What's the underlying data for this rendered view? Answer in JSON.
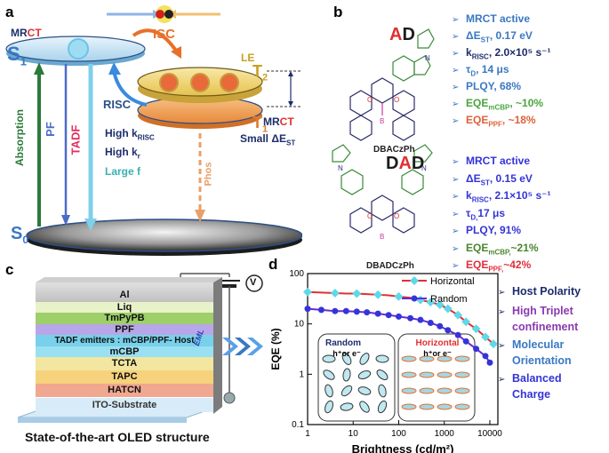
{
  "panels": {
    "a": "a",
    "b": "b",
    "c": "c",
    "d": "d"
  },
  "panel_a": {
    "s1": "S",
    "s1_sub": "1",
    "mr": "MR",
    "ct": "CT",
    "isc": "ISC",
    "le": "LE",
    "t2": "T",
    "t2_sub": "2",
    "t1": "T",
    "t1_sub": "1",
    "mrct_mr": "MR",
    "mrct_ct": "CT",
    "small_dest": "Small ΔE",
    "small_dest_sub": "ST",
    "risc": "RISC",
    "high_krisc": "High k",
    "high_krisc_sub": "RISC",
    "high_kr": "High k",
    "high_kr_sub": "r",
    "large_f": "Large f",
    "absorption": "Absorption",
    "pf": "PF",
    "tadf": "TADF",
    "phos": "Phos",
    "s0": "S",
    "s0_sub": "0"
  },
  "panel_b": {
    "m1_a": "A",
    "m1_d": "D",
    "m1_name": "DBACzPh",
    "m2_d1": "D",
    "m2_a": "A",
    "m2_d2": "D",
    "m2_name": "DBADCzPh",
    "props1": [
      {
        "text": "MRCT active",
        "color": "#3a78c2"
      },
      {
        "text": "ΔE",
        "sub": "ST",
        "tail": ", 0.17 eV",
        "color": "#3a78c2"
      },
      {
        "text": "k",
        "sub": "RISC",
        "tail": ", 2.0×10⁵ s⁻¹",
        "color": "#1c2d6b"
      },
      {
        "text": "τ",
        "sub": "D",
        "tail": ", 14 μs",
        "color": "#3a78c2"
      },
      {
        "text": "PLQY, 68%",
        "color": "#3a78c2"
      },
      {
        "text": "EQE",
        "sub": "mCBP",
        "tail": ", ~10%",
        "color": "#49a63c"
      },
      {
        "text": "EQE",
        "sub": "PPF",
        "tail": ", ~18%",
        "color": "#e0603a"
      }
    ],
    "props2": [
      {
        "text": "MRCT active",
        "color": "#3434d8"
      },
      {
        "text": "ΔE",
        "sub": "ST",
        "tail": ", 0.15 eV",
        "color": "#3434d8"
      },
      {
        "text": "k",
        "sub": "RISC",
        "tail": ", 2.1×10⁵ s⁻¹",
        "color": "#3434d8"
      },
      {
        "text": "τ",
        "sub": "D,",
        "tail": "17 μs",
        "color": "#3434d8"
      },
      {
        "text": "PLQY, 91%",
        "color": "#3434d8"
      },
      {
        "text": "EQE",
        "sub": "mCBP,",
        "tail": "~21%",
        "color": "#49862e"
      },
      {
        "text": "EQE",
        "sub": "PPF,",
        "tail": "~42%",
        "color": "#e0303a"
      }
    ]
  },
  "panel_c": {
    "layers": [
      "Al",
      "Liq",
      "TmPyPB",
      "PPF",
      "TADF emitters : mCBP/PPF- Host",
      "mCBP",
      "TCTA",
      "TAPC",
      "HATCN",
      "ITO-Substrate"
    ],
    "eml": "EML",
    "volt": "V",
    "caption": "State-of-the-art OLED structure"
  },
  "panel_d": {
    "legend_horizontal": "Horizontal",
    "legend_random": "Random",
    "inset_random": "Random",
    "inset_horizontal": "Horizontal",
    "hore": "h⁺or e⁻",
    "factors": [
      {
        "text": "Host Polarity",
        "color": "#1c2d6b"
      },
      {
        "text": "High Triplet",
        "text2": "confinement",
        "color": "#8a3ab0"
      },
      {
        "text": "Molecular",
        "text2": "Orientation",
        "color": "#3a78c2"
      },
      {
        "text": "Balanced",
        "text2": "Charge",
        "color": "#3434d8"
      }
    ]
  },
  "chart_data": {
    "type": "scatter",
    "xlabel": "Brightness (cd/m²)",
    "ylabel": "EQE (%)",
    "xscale": "log",
    "yscale": "log",
    "xlim": [
      1,
      15000
    ],
    "ylim": [
      0.1,
      100
    ],
    "xticks": [
      "1",
      "10",
      "100",
      "1000",
      "10000"
    ],
    "yticks": [
      "0.1",
      "1",
      "10",
      "100"
    ],
    "legend": "top-right",
    "series": [
      {
        "name": "Horizontal",
        "color": "#e03030",
        "marker_color": "#5fd8e8",
        "x": [
          1,
          2,
          4,
          7,
          12,
          20,
          35,
          60,
          100,
          180,
          300,
          500,
          800,
          1200,
          2000,
          3000,
          5000,
          8000,
          12000
        ],
        "y": [
          43,
          42,
          41,
          40,
          40,
          39,
          38,
          37,
          35,
          33,
          30,
          27,
          24,
          20,
          15,
          11,
          8,
          5.5,
          4
        ]
      },
      {
        "name": "Random",
        "color": "#6a2ad0",
        "marker_color": "#3434d8",
        "x": [
          1,
          2,
          4,
          7,
          12,
          20,
          35,
          60,
          100,
          180,
          300,
          500,
          800,
          1200,
          2000,
          3000,
          5000,
          8000,
          10000
        ],
        "y": [
          20,
          19,
          18,
          18,
          17.5,
          17,
          16,
          15,
          14,
          13,
          12,
          10.5,
          9,
          7.5,
          6,
          4.5,
          3.2,
          2.3,
          1.7
        ]
      }
    ]
  }
}
